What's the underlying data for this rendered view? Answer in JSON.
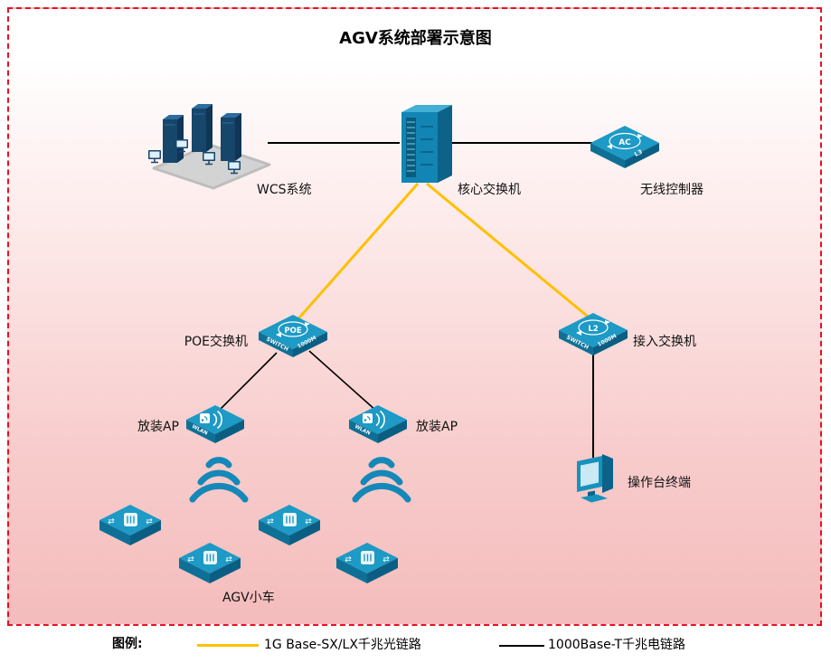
{
  "title": "AGV系统部署示意图",
  "nodes": {
    "wcs": {
      "label": "WCS系统"
    },
    "core_switch": {
      "label": "核心交换机"
    },
    "wireless_controller": {
      "label": "无线控制器",
      "top_text": "AC",
      "edge_right": "L3"
    },
    "poe_switch": {
      "label": "POE交换机",
      "top_text": "POE",
      "edge_left": "SWITCH",
      "edge_right": "1000M"
    },
    "access_switch": {
      "label": "接入交换机",
      "top_text": "L2",
      "edge_left": "SWITCH",
      "edge_right": "1000M"
    },
    "ap_left": {
      "label": "放装AP",
      "edge_left": "WLAN"
    },
    "ap_right": {
      "label": "放装AP",
      "edge_left": "WLAN"
    },
    "agv_group": {
      "label": "AGV小车"
    },
    "terminal": {
      "label": "操作台终端"
    }
  },
  "icons": {
    "transfer_arrows": "⇄"
  },
  "legend": {
    "title": "图例:",
    "items": [
      {
        "label": "1G Base-SX/LX千兆光链路",
        "color": "#FFC000"
      },
      {
        "label": "1000Base-T千兆电链路",
        "color": "#000000"
      }
    ]
  },
  "colors": {
    "fiber_link": "#FFC000",
    "copper_link": "#000000",
    "device_teal": "#1D9AC5",
    "device_teal_dark": "#0E7096",
    "server_navy": "#17466B",
    "diagram_border": "#E81123",
    "background_pink": "#F4BCBC"
  }
}
